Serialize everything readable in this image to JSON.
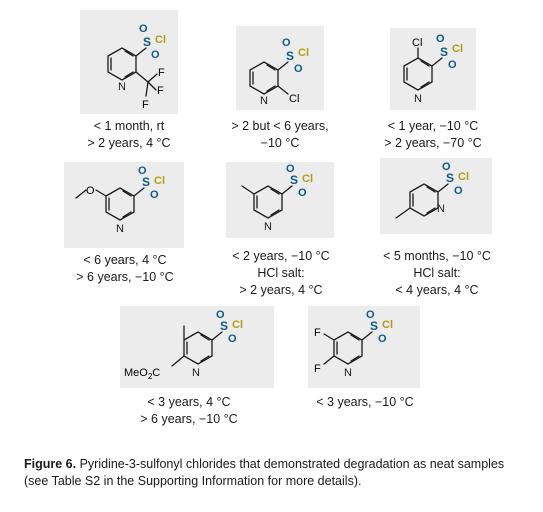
{
  "figure": {
    "label": "Figure 6.",
    "caption": "Pyridine-3-sulfonyl chlorides that demonstrated degradation as neat samples (see Table S2 in the Supporting Information for more details)."
  },
  "atoms": {
    "S": "S",
    "O": "O",
    "Cl": "Cl",
    "N": "N",
    "F": "F",
    "ester_main": "MeO",
    "ester_sub": "2",
    "ester_tail": "C"
  },
  "compounds": [
    {
      "lines": [
        "< 1 month, rt",
        "> 2 years, 4 °C"
      ]
    },
    {
      "lines": [
        "> 2 but < 6 years,",
        "−10 °C"
      ]
    },
    {
      "lines": [
        "< 1 year, −10 °C",
        "> 2 years, −70 °C"
      ]
    },
    {
      "lines": [
        "< 6 years, 4 °C",
        "> 6 years, −10 °C"
      ]
    },
    {
      "lines": [
        "< 2 years, −10 °C",
        "HCl salt:",
        "> 2 years, 4 °C"
      ]
    },
    {
      "lines": [
        "< 5 months, −10 °C",
        "HCl salt:",
        "< 4 years, 4 °C"
      ]
    },
    {
      "lines": [
        "< 3 years, 4 °C",
        "> 6 years, −10 °C"
      ]
    },
    {
      "lines": [
        "< 3 years, −10 °C"
      ]
    }
  ]
}
